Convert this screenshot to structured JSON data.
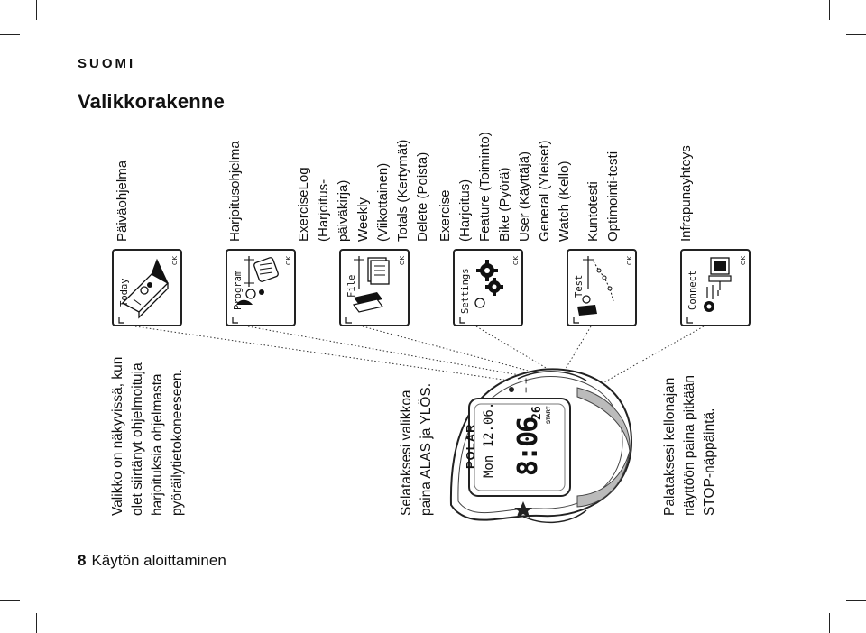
{
  "language_label": "SUOMI",
  "heading": "Valikkorakenne",
  "footer": {
    "page_number": "8",
    "section": "Käytön aloittaminen"
  },
  "intro_paragraph": [
    "Valikko on näkyvissä, kun",
    "olet siirtänyt ohjelmoituja",
    "harjoituksia ohjelmasta",
    "pyöräilytietokoneeseen."
  ],
  "scroll_instruction": [
    "Selataksesi valikkoa",
    "paina ALAS ja YLÖS."
  ],
  "return_instruction": [
    "Palataksesi kellonajan",
    "näyttöön paina pitkään",
    "STOP-näppäintä."
  ],
  "screens": {
    "today": {
      "label": "Today",
      "ok": "OK",
      "icon": "today-icon"
    },
    "program": {
      "label": "Program",
      "ok": "OK",
      "icon": "program-icon"
    },
    "file": {
      "label": "File",
      "ok": "OK",
      "icon": "file-icon"
    },
    "settings": {
      "label": "Settings",
      "ok": "OK",
      "icon": "settings-icon"
    },
    "test": {
      "label": "Test",
      "ok": "OK",
      "icon": "test-icon"
    },
    "connect": {
      "label": "Connect",
      "ok": "OK",
      "icon": "connect-icon"
    }
  },
  "menu_labels": {
    "today": [
      "Päiväohjelma"
    ],
    "program": [
      "Harjoitusohjelma"
    ],
    "file": [
      "ExerciseLog",
      "(Harjoitus-",
      "päiväkirja)",
      "Weekly",
      "(Viikottainen)",
      "Totals (Kertymät)",
      "Delete (Poista)"
    ],
    "settings": [
      "Exercise",
      "(Harjoitus)",
      "Feature (Toiminto)",
      "Bike (Pyörä)",
      "User (Käyttäjä)",
      "General (Yleiset)",
      "Watch (Kello)"
    ],
    "test": [
      "Kuntotesti",
      "Optimointi-testi"
    ],
    "connect": [
      "Infrapunayhteys"
    ]
  },
  "watch": {
    "brand": "POLAR",
    "date": "Mon 12.06.",
    "time": "8:06",
    "seconds": "26",
    "status": "START",
    "buttons": [
      "+",
      "−"
    ]
  }
}
